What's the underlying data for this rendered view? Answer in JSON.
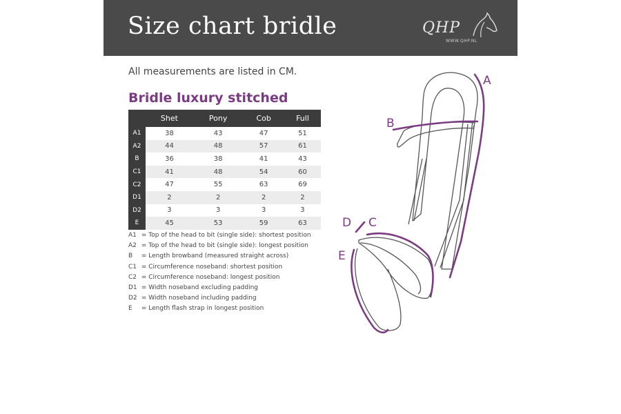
{
  "header": {
    "title": "Size chart bridle",
    "logo_text": "QHP",
    "logo_url": "WWW.QHP.NL"
  },
  "intro": "All measurements are listed in CM.",
  "section_title": "Bridle luxury stitched",
  "table": {
    "columns": [
      "Shet",
      "Pony",
      "Cob",
      "Full"
    ],
    "rows": [
      {
        "label": "A1",
        "values": [
          "38",
          "43",
          "47",
          "51"
        ]
      },
      {
        "label": "A2",
        "values": [
          "44",
          "48",
          "57",
          "61"
        ]
      },
      {
        "label": "B",
        "values": [
          "36",
          "38",
          "41",
          "43"
        ]
      },
      {
        "label": "C1",
        "values": [
          "41",
          "48",
          "54",
          "60"
        ]
      },
      {
        "label": "C2",
        "values": [
          "47",
          "55",
          "63",
          "69"
        ]
      },
      {
        "label": "D1",
        "values": [
          "2",
          "2",
          "2",
          "2"
        ]
      },
      {
        "label": "D2",
        "values": [
          "3",
          "3",
          "3",
          "3"
        ]
      },
      {
        "label": "E",
        "values": [
          "45",
          "53",
          "59",
          "63"
        ]
      }
    ]
  },
  "legend": [
    {
      "key": "A1",
      "text": "= Top of the head to bit (single side): shortest position"
    },
    {
      "key": "A2",
      "text": "= Top of the head to bit (single side): longest position"
    },
    {
      "key": "B",
      "text": "= Length browband (measured straight across)"
    },
    {
      "key": "C1",
      "text": "= Circumference noseband: shortest position"
    },
    {
      "key": "C2",
      "text": "= Circumference noseband: longest position"
    },
    {
      "key": "D1",
      "text": "= Width noseband excluding padding"
    },
    {
      "key": "D2",
      "text": "= Width noseband including padding"
    },
    {
      "key": "E",
      "text": "= Length flash strap in longest position"
    }
  ],
  "diagram_labels": {
    "a": "A",
    "b": "B",
    "c": "C",
    "d": "D",
    "e": "E"
  },
  "colors": {
    "accent": "#7b3b83",
    "banner": "#4a4a4a",
    "table_header": "#3c3c3c"
  }
}
